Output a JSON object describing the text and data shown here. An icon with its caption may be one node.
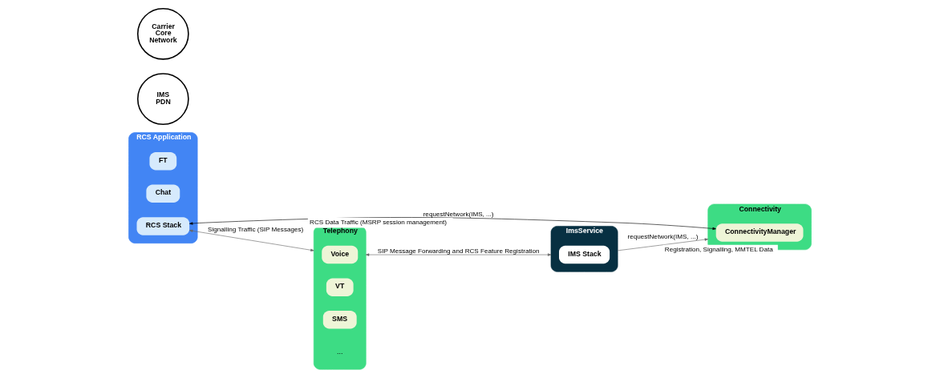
{
  "diagram": {
    "nodes": [
      {
        "text": [
          "RCS Application"
        ]
      },
      {
        "text": [
          "FT"
        ],
        "in": 0
      },
      {
        "text": [
          "Chat"
        ],
        "in": 0
      },
      {
        "text": [
          "RCS Stack"
        ],
        "in": 0
      },
      {
        "text": [
          "Connectivity"
        ]
      },
      {
        "text": [
          "ConnectivityManager"
        ],
        "in": 4
      },
      {
        "text": [
          "Telephony"
        ]
      },
      {
        "text": [
          "Voice"
        ],
        "in": 6
      },
      {
        "text": [
          "VT"
        ],
        "in": 6
      },
      {
        "text": [
          "SMS"
        ],
        "in": 6
      },
      {
        "text": [
          "ImsService"
        ]
      },
      {
        "text": [
          "IMS Stack"
        ],
        "in": 10
      },
      {
        "text": [
          "IMS PDN"
        ]
      },
      {
        "text": [
          "Carrier Core Network"
        ]
      }
    ],
    "edges": [
      {
        "from": 3,
        "to": 5,
        "arrow": "both",
        "label": "requestNetwork(IMS, ...)",
        "color": "#000000"
      },
      {
        "from": 3,
        "to": 6,
        "arrow": "both",
        "label": "Signalling Traffic (SIP Messages)"
      },
      {
        "from": 6,
        "to": 10,
        "arrow": "both",
        "label": "SIP Message Forwarding and RCS Feature Registration"
      },
      {
        "from": 10,
        "to": 4,
        "arrow": "to",
        "label": "requestNetwork(IMS, ...)"
      }
    ],
    "labels": [
      "RCS Data Traffic (MSRP session management)",
      "...",
      "Registration, Signalling, MMTEL Data"
    ]
  }
}
